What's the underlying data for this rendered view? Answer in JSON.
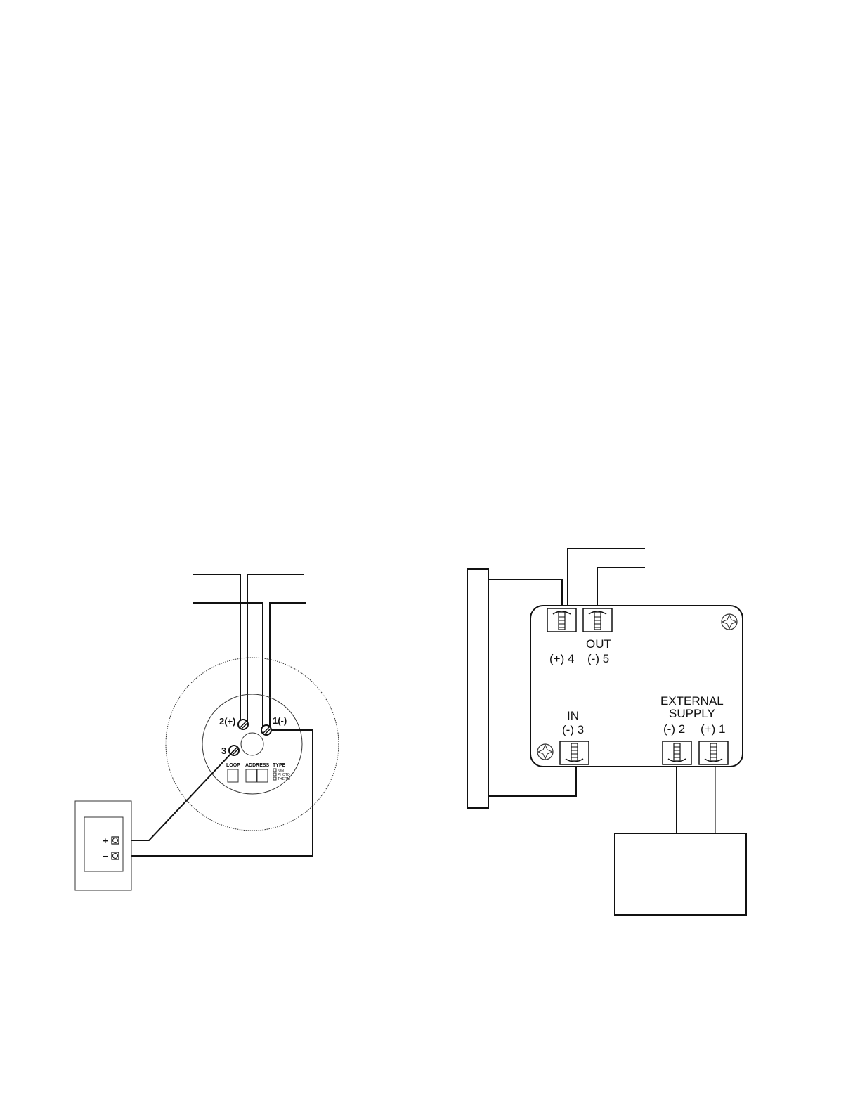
{
  "detector_diagram": {
    "terminal_2_label": "2(+)",
    "terminal_1_label": "1(-)",
    "terminal_3_label": "3",
    "loop_label": "LOOP",
    "address_label": "ADDRESS",
    "type_label": "TYPE",
    "type_options": [
      "ION",
      "PHOTO",
      "THERM"
    ],
    "device_plus_label": "+",
    "device_minus_label": "−"
  },
  "module_diagram": {
    "out_label": "OUT",
    "out_terminal_plus_label": "(+) 4",
    "out_terminal_minus_label": "(-) 5",
    "in_label": "IN",
    "in_terminal_label": "(-) 3",
    "external_supply_label_line1": "EXTERNAL",
    "external_supply_label_line2": "SUPPLY",
    "supply_terminal_minus_label": "(-) 2",
    "supply_terminal_plus_label": "(+) 1"
  }
}
